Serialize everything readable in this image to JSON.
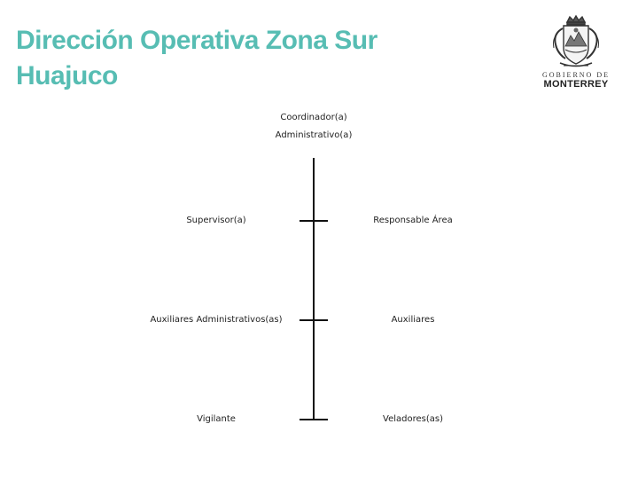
{
  "header": {
    "title_line1": "Dirección Operativa Zona Sur",
    "title_line2": "Huajuco"
  },
  "logo": {
    "small_text": "GOBIERNO DE",
    "big_text": "MONTERREY"
  },
  "org_chart": {
    "top": {
      "line1": "Coordinador(a)",
      "line2": "Administrativo(a)"
    },
    "rows": [
      {
        "left": "Supervisor(a)",
        "right": "Responsable Área"
      },
      {
        "left": "Auxiliares Administrativos(as)",
        "right": "Auxiliares"
      },
      {
        "left": "Vigilante",
        "right": "Veladores(as)"
      }
    ]
  },
  "colors": {
    "title": "#57bdb3",
    "lines": "#111111",
    "text": "#222222"
  }
}
